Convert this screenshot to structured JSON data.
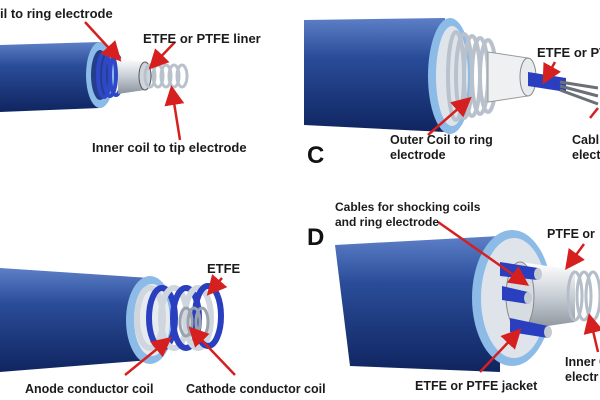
{
  "panel_c": {
    "letter": "C",
    "label_outer_coil": [
      "Outer Coil to ring",
      "electrode"
    ],
    "label_liner_partial": "ETFE or PT",
    "label_cable_partial": [
      "Cabl",
      "elect"
    ]
  },
  "panel_d": {
    "letter": "D",
    "label_cables": [
      "Cables for shocking coils",
      "and ring electrode"
    ],
    "label_ptfe_partial": "PTFE or",
    "label_jacket": "ETFE or PTFE jacket",
    "label_inner_partial": [
      "Inner C",
      "electr"
    ]
  },
  "panel_a": {
    "label_coil_ring_partial": "il to ring electrode",
    "label_liner": "ETFE or PTFE liner",
    "label_inner_coil": "Inner coil to tip electrode"
  },
  "panel_b": {
    "label_etfe": "ETFE",
    "label_anode": "Anode conductor coil",
    "label_cathode": "Cathode conductor coil"
  },
  "colors": {
    "jacket": "#1f3f86",
    "jacket_light": "#3b62b8",
    "rim": "#7fb2e6",
    "coil": "#dfe6ee",
    "wire_blue": "#2a3fbf",
    "arrow": "#d62020"
  }
}
